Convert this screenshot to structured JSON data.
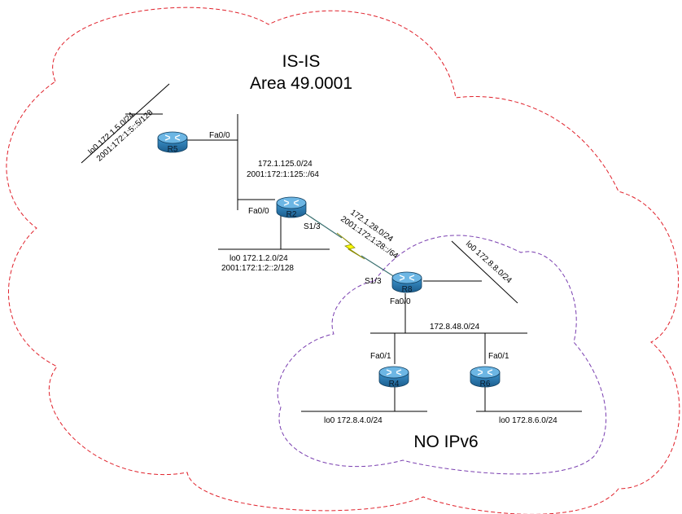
{
  "areas": {
    "isis_title_line1": "IS-IS",
    "isis_title_line2": "Area 49.0001",
    "no_ipv6_label": "NO IPv6",
    "isis_cloud_color": "#e0202a",
    "no_ipv6_cloud_color": "#7a3fb0"
  },
  "routers": {
    "r5": "R5",
    "r2": "R2",
    "r8": "R8",
    "r4": "R4",
    "r6": "R6",
    "router_color": "#2a7fb8"
  },
  "interfaces": {
    "r5_fa00": "Fa0/0",
    "r2_fa00": "Fa0/0",
    "r2_s13": "S1/3",
    "r8_s13": "S1/3",
    "r8_fa00": "Fa0/0",
    "r4_fa01": "Fa0/1",
    "r6_fa01": "Fa0/1"
  },
  "networks": {
    "r5_lo0_v4": "lo0 172.1.5.0/24",
    "r5_lo0_v6": "2001:172:1:5::5/128",
    "lan_125_v4": "172.1.125.0/24",
    "lan_125_v6": "2001:172:1:125::/64",
    "r2_lo0_v4": "lo0 172.1.2.0/24",
    "r2_lo0_v6": "2001:172:1:2::2/128",
    "serial_v4": "172.1.28.0/24",
    "serial_v6": "2001:172:1:28::/64",
    "r8_lo0": "lo0 172.8.8.0/24",
    "lan_48": "172.8.48.0/24",
    "r4_lo0": "lo0 172.8.4.0/24",
    "r6_lo0": "lo0 172.8.6.0/24",
    "serial_color": "#ffff00"
  }
}
